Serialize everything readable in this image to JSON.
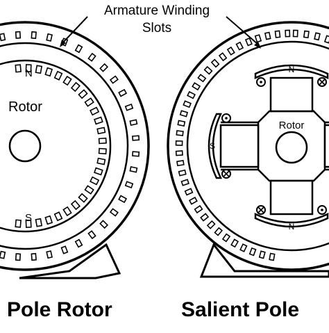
{
  "header": {
    "line1": "Armature Winding",
    "line2": "Slots"
  },
  "left": {
    "rotor_label": "Rotor",
    "north": "N",
    "south": "S",
    "caption": "Pole Rotor"
  },
  "right": {
    "rotor_label": "Rotor",
    "top_pole": "N",
    "left_pole": "S",
    "bottom_pole": "N",
    "caption": "Salient Pole"
  },
  "colors": {
    "line": "#000000",
    "background": "#ffffff"
  }
}
